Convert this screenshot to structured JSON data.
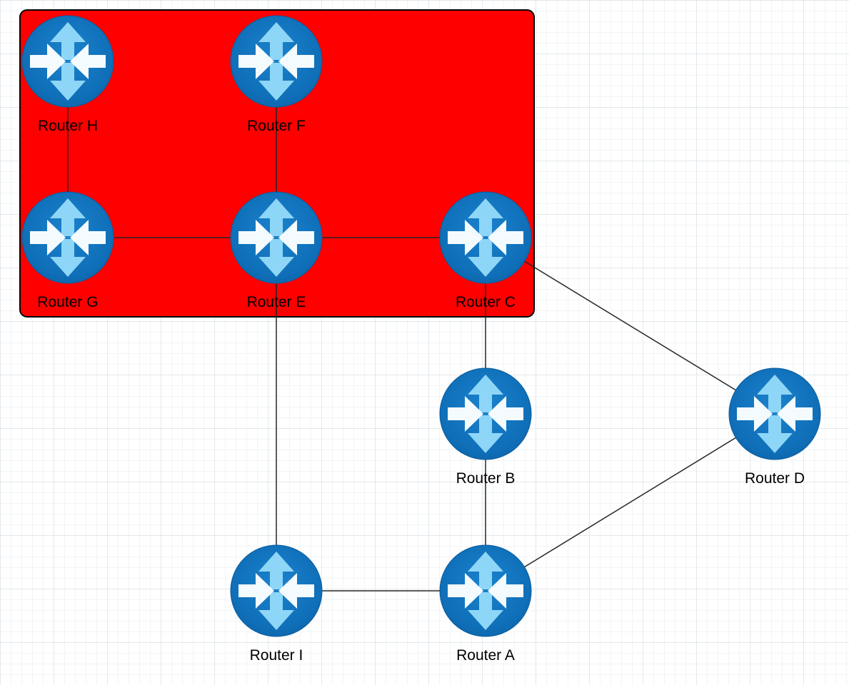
{
  "diagram": {
    "type": "network-topology",
    "nodes": [
      {
        "id": "H",
        "label": "Router H"
      },
      {
        "id": "F",
        "label": "Router F"
      },
      {
        "id": "G",
        "label": "Router G"
      },
      {
        "id": "E",
        "label": "Router E"
      },
      {
        "id": "C",
        "label": "Router C"
      },
      {
        "id": "B",
        "label": "Router B"
      },
      {
        "id": "D",
        "label": "Router D"
      },
      {
        "id": "I",
        "label": "Router I"
      },
      {
        "id": "A",
        "label": "Router A"
      }
    ],
    "edges": [
      {
        "from": "H",
        "to": "G"
      },
      {
        "from": "F",
        "to": "E"
      },
      {
        "from": "G",
        "to": "E"
      },
      {
        "from": "E",
        "to": "C"
      },
      {
        "from": "E",
        "to": "I"
      },
      {
        "from": "C",
        "to": "B"
      },
      {
        "from": "C",
        "to": "D"
      },
      {
        "from": "B",
        "to": "A"
      },
      {
        "from": "I",
        "to": "A"
      },
      {
        "from": "A",
        "to": "D"
      }
    ],
    "highlight": {
      "contains": [
        "H",
        "F",
        "G",
        "E",
        "C"
      ],
      "fill": "#ff0000",
      "border": "#000000"
    },
    "colors": {
      "router_blue": "#0f6fb8",
      "arrow_light_blue": "#8ed6f7",
      "arrow_white": "#f4fbff",
      "edge": "#262626"
    }
  }
}
